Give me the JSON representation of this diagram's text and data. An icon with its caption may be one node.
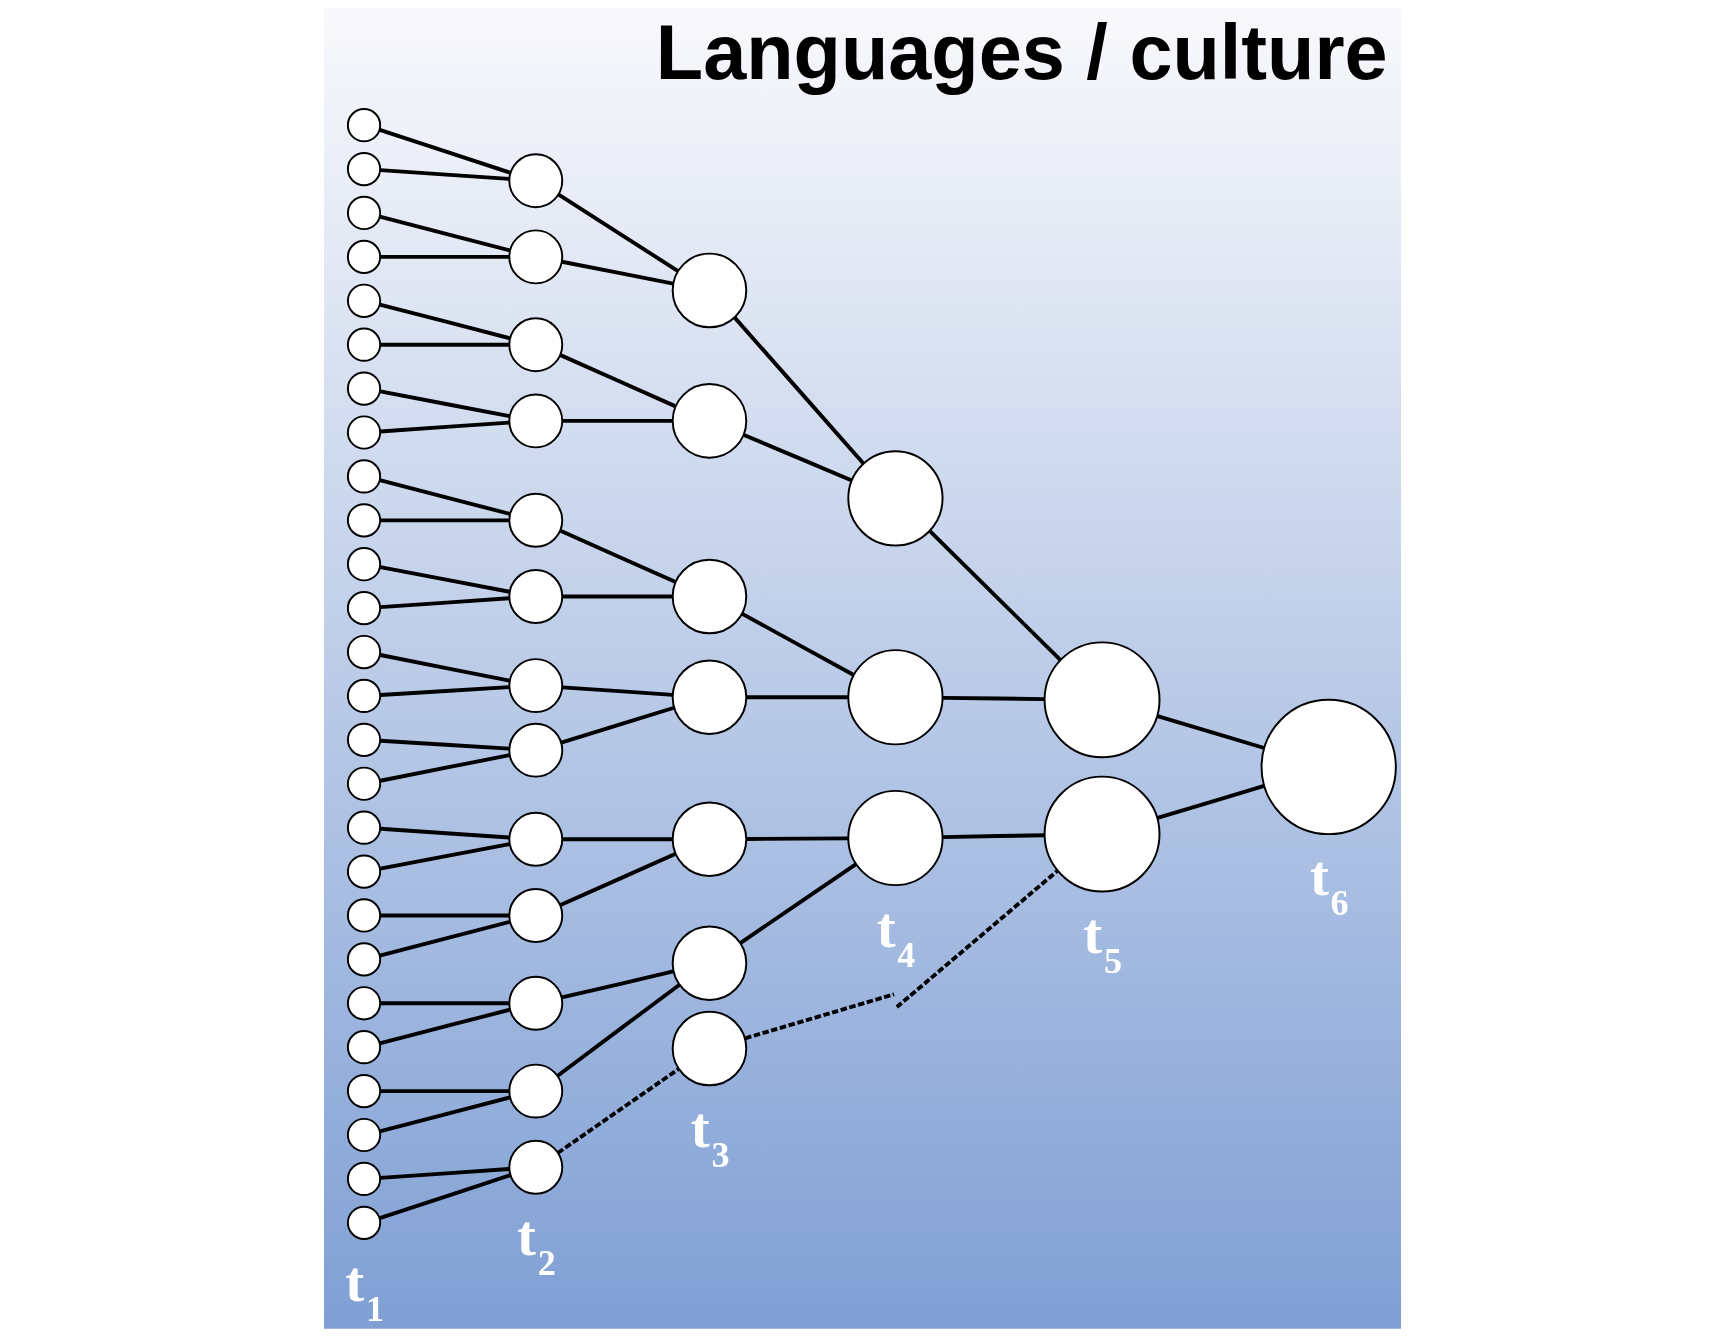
{
  "diagram": {
    "title": "Languages / culture",
    "nodes": [
      {
        "text": [],
        "shape": "circle"
      },
      {
        "text": [],
        "shape": "circle"
      },
      {
        "text": [],
        "shape": "circle"
      },
      {
        "text": [],
        "shape": "circle"
      },
      {
        "text": [],
        "shape": "circle"
      },
      {
        "text": [],
        "shape": "circle"
      },
      {
        "text": [],
        "shape": "circle"
      },
      {
        "text": [],
        "shape": "circle"
      },
      {
        "text": [],
        "shape": "circle"
      },
      {
        "text": [],
        "shape": "circle"
      },
      {
        "text": [],
        "shape": "circle"
      },
      {
        "text": [],
        "shape": "circle"
      },
      {
        "text": [],
        "shape": "circle"
      },
      {
        "text": [],
        "shape": "circle"
      },
      {
        "text": [],
        "shape": "circle"
      },
      {
        "text": [],
        "shape": "circle"
      },
      {
        "text": [],
        "shape": "circle"
      },
      {
        "text": [],
        "shape": "circle"
      },
      {
        "text": [],
        "shape": "circle"
      },
      {
        "text": [],
        "shape": "circle"
      },
      {
        "text": [],
        "shape": "circle"
      },
      {
        "text": [],
        "shape": "circle"
      },
      {
        "text": [],
        "shape": "circle"
      },
      {
        "text": [],
        "shape": "circle"
      },
      {
        "text": [],
        "shape": "circle"
      },
      {
        "text": [],
        "shape": "circle"
      },
      {
        "text": [],
        "shape": "circle"
      },
      {
        "text": [],
        "shape": "circle"
      },
      {
        "text": [],
        "shape": "circle"
      },
      {
        "text": [],
        "shape": "circle"
      },
      {
        "text": [],
        "shape": "circle"
      },
      {
        "text": [],
        "shape": "circle"
      },
      {
        "text": [],
        "shape": "circle"
      },
      {
        "text": [],
        "shape": "circle"
      },
      {
        "text": [],
        "shape": "circle"
      },
      {
        "text": [],
        "shape": "circle"
      },
      {
        "text": [],
        "shape": "circle"
      },
      {
        "text": [],
        "shape": "circle"
      },
      {
        "text": [],
        "shape": "circle"
      },
      {
        "text": [],
        "shape": "circle"
      },
      {
        "text": [],
        "shape": "circle"
      },
      {
        "text": [],
        "shape": "circle"
      },
      {
        "text": [],
        "shape": "circle"
      },
      {
        "text": [],
        "shape": "circle"
      },
      {
        "text": [],
        "shape": "circle"
      },
      {
        "text": [],
        "shape": "circle"
      },
      {
        "text": [],
        "shape": "circle"
      },
      {
        "text": [],
        "shape": "circle"
      },
      {
        "text": [],
        "shape": "circle"
      },
      {
        "text": [],
        "shape": "circle"
      },
      {
        "text": [],
        "shape": "circle"
      },
      {
        "text": [],
        "shape": "circle"
      }
    ],
    "edges": [
      {
        "from": 0,
        "to": 26,
        "arrow": "none"
      },
      {
        "from": 1,
        "to": 26,
        "arrow": "none"
      },
      {
        "from": 2,
        "to": 27,
        "arrow": "none"
      },
      {
        "from": 3,
        "to": 27,
        "arrow": "none"
      },
      {
        "from": 4,
        "to": 28,
        "arrow": "none"
      },
      {
        "from": 5,
        "to": 28,
        "arrow": "none"
      },
      {
        "from": 6,
        "to": 29,
        "arrow": "none"
      },
      {
        "from": 7,
        "to": 29,
        "arrow": "none"
      },
      {
        "from": 8,
        "to": 30,
        "arrow": "none"
      },
      {
        "from": 9,
        "to": 30,
        "arrow": "none"
      },
      {
        "from": 10,
        "to": 31,
        "arrow": "none"
      },
      {
        "from": 11,
        "to": 31,
        "arrow": "none"
      },
      {
        "from": 12,
        "to": 32,
        "arrow": "none"
      },
      {
        "from": 13,
        "to": 32,
        "arrow": "none"
      },
      {
        "from": 14,
        "to": 33,
        "arrow": "none"
      },
      {
        "from": 15,
        "to": 33,
        "arrow": "none"
      },
      {
        "from": 16,
        "to": 34,
        "arrow": "none"
      },
      {
        "from": 17,
        "to": 34,
        "arrow": "none"
      },
      {
        "from": 18,
        "to": 35,
        "arrow": "none"
      },
      {
        "from": 19,
        "to": 35,
        "arrow": "none"
      },
      {
        "from": 20,
        "to": 36,
        "arrow": "none"
      },
      {
        "from": 21,
        "to": 36,
        "arrow": "none"
      },
      {
        "from": 22,
        "to": 37,
        "arrow": "none"
      },
      {
        "from": 23,
        "to": 37,
        "arrow": "none"
      },
      {
        "from": 24,
        "to": 38,
        "arrow": "none"
      },
      {
        "from": 25,
        "to": 38,
        "arrow": "none"
      },
      {
        "from": 26,
        "to": 39,
        "arrow": "none"
      },
      {
        "from": 27,
        "to": 39,
        "arrow": "none"
      },
      {
        "from": 28,
        "to": 40,
        "arrow": "none"
      },
      {
        "from": 29,
        "to": 40,
        "arrow": "none"
      },
      {
        "from": 30,
        "to": 41,
        "arrow": "none"
      },
      {
        "from": 31,
        "to": 41,
        "arrow": "none"
      },
      {
        "from": 32,
        "to": 42,
        "arrow": "none"
      },
      {
        "from": 33,
        "to": 42,
        "arrow": "none"
      },
      {
        "from": 34,
        "to": 43,
        "arrow": "none"
      },
      {
        "from": 35,
        "to": 43,
        "arrow": "none"
      },
      {
        "from": 36,
        "to": 44,
        "arrow": "none"
      },
      {
        "from": 37,
        "to": 44,
        "arrow": "none"
      },
      {
        "from": 38,
        "to": 45,
        "arrow": "none",
        "style": "dashed"
      },
      {
        "from": 39,
        "to": 46,
        "arrow": "none"
      },
      {
        "from": 40,
        "to": 46,
        "arrow": "none"
      },
      {
        "from": 41,
        "to": 47,
        "arrow": "none"
      },
      {
        "from": 42,
        "to": 47,
        "arrow": "none"
      },
      {
        "from": 43,
        "to": 48,
        "arrow": "none"
      },
      {
        "from": 44,
        "to": 48,
        "arrow": "none"
      },
      {
        "from": 45,
        "to": null,
        "arrow": "none",
        "style": "dashed"
      },
      {
        "from": null,
        "to": 50,
        "arrow": "none",
        "style": "dashed"
      },
      {
        "from": 46,
        "to": 49,
        "arrow": "none"
      },
      {
        "from": 47,
        "to": 49,
        "arrow": "none"
      },
      {
        "from": 48,
        "to": 50,
        "arrow": "none"
      },
      {
        "from": 49,
        "to": 51,
        "arrow": "none"
      },
      {
        "from": 50,
        "to": 51,
        "arrow": "none"
      }
    ],
    "labels": [
      "t$_{1}$",
      "t$_{2}$",
      "t$_{3}$",
      "t$_{4}$",
      "t$_{5}$",
      "t$_{6}$"
    ]
  }
}
